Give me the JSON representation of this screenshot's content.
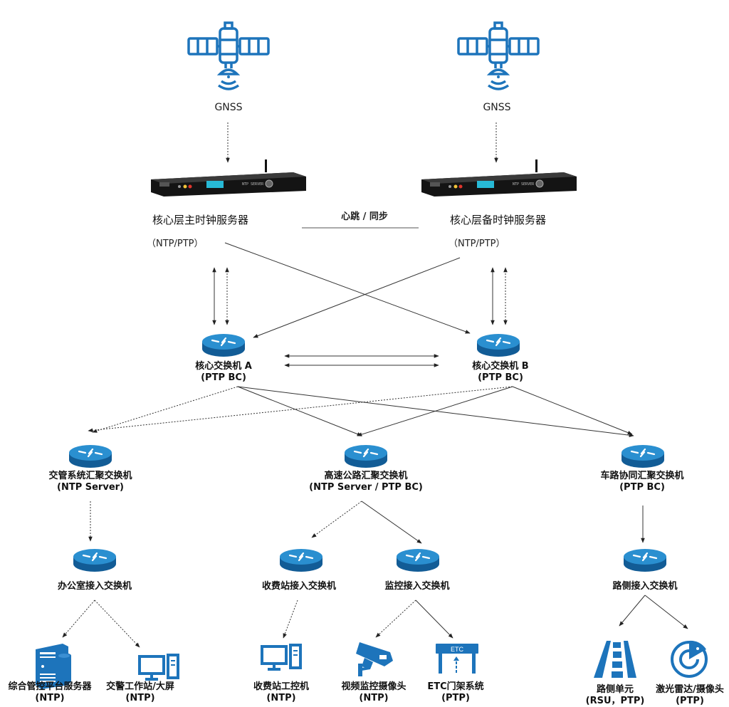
{
  "colors": {
    "icon_blue": "#1d74bb",
    "router_top": "#1f86c8",
    "router_side": "#125c96",
    "line": "#333333"
  },
  "gnss": [
    {
      "label": "GNSS",
      "icon": "satellite-icon"
    },
    {
      "label": "GNSS",
      "icon": "satellite-icon"
    }
  ],
  "servers": [
    {
      "title": "核心层主时钟服务器",
      "sub": "（NTP/PTP）",
      "device_text": "NTP SERVER",
      "icon": "ntp-server-device"
    },
    {
      "title": "核心层备时钟服务器",
      "sub": "（NTP/PTP）",
      "device_text": "NTP SERVER",
      "icon": "ntp-server-device"
    }
  ],
  "heartbeat_label": "心跳 / 同步",
  "core_switches": [
    {
      "name": "核心交换机 A",
      "role": "(PTP BC)"
    },
    {
      "name": "核心交换机 B",
      "role": "(PTP BC)"
    }
  ],
  "aggregation_switches": [
    {
      "name": "交管系统汇聚交换机",
      "role": "(NTP Server)"
    },
    {
      "name": "高速公路汇聚交换机",
      "role": "(NTP Server / PTP  BC)"
    },
    {
      "name": "车路协同汇聚交换机",
      "role": "(PTP BC)"
    }
  ],
  "access_switches": [
    {
      "name": "办公室接入交换机"
    },
    {
      "name": "收费站接入交换机"
    },
    {
      "name": "监控接入交换机"
    },
    {
      "name": "路侧接入交换机"
    }
  ],
  "endpoints": [
    {
      "name": "综合管控平台服务器",
      "role": "(NTP)",
      "icon": "server-tower-icon"
    },
    {
      "name": "交警工作站/大屏",
      "role": "(NTP)",
      "icon": "workstation-icon"
    },
    {
      "name": "收费站工控机",
      "role": "(NTP)",
      "icon": "workstation-icon"
    },
    {
      "name": "视频监控摄像头",
      "role": "(NTP)",
      "icon": "cctv-camera-icon"
    },
    {
      "name": "ETC门架系统",
      "role": "(PTP)",
      "icon": "etc-gantry-icon",
      "badge": "ETC"
    },
    {
      "name": "路侧单元",
      "role": "(RSU，PTP)",
      "icon": "road-icon"
    },
    {
      "name": "激光雷达/摄像头",
      "role": "(PTP)",
      "icon": "radar-icon"
    }
  ]
}
